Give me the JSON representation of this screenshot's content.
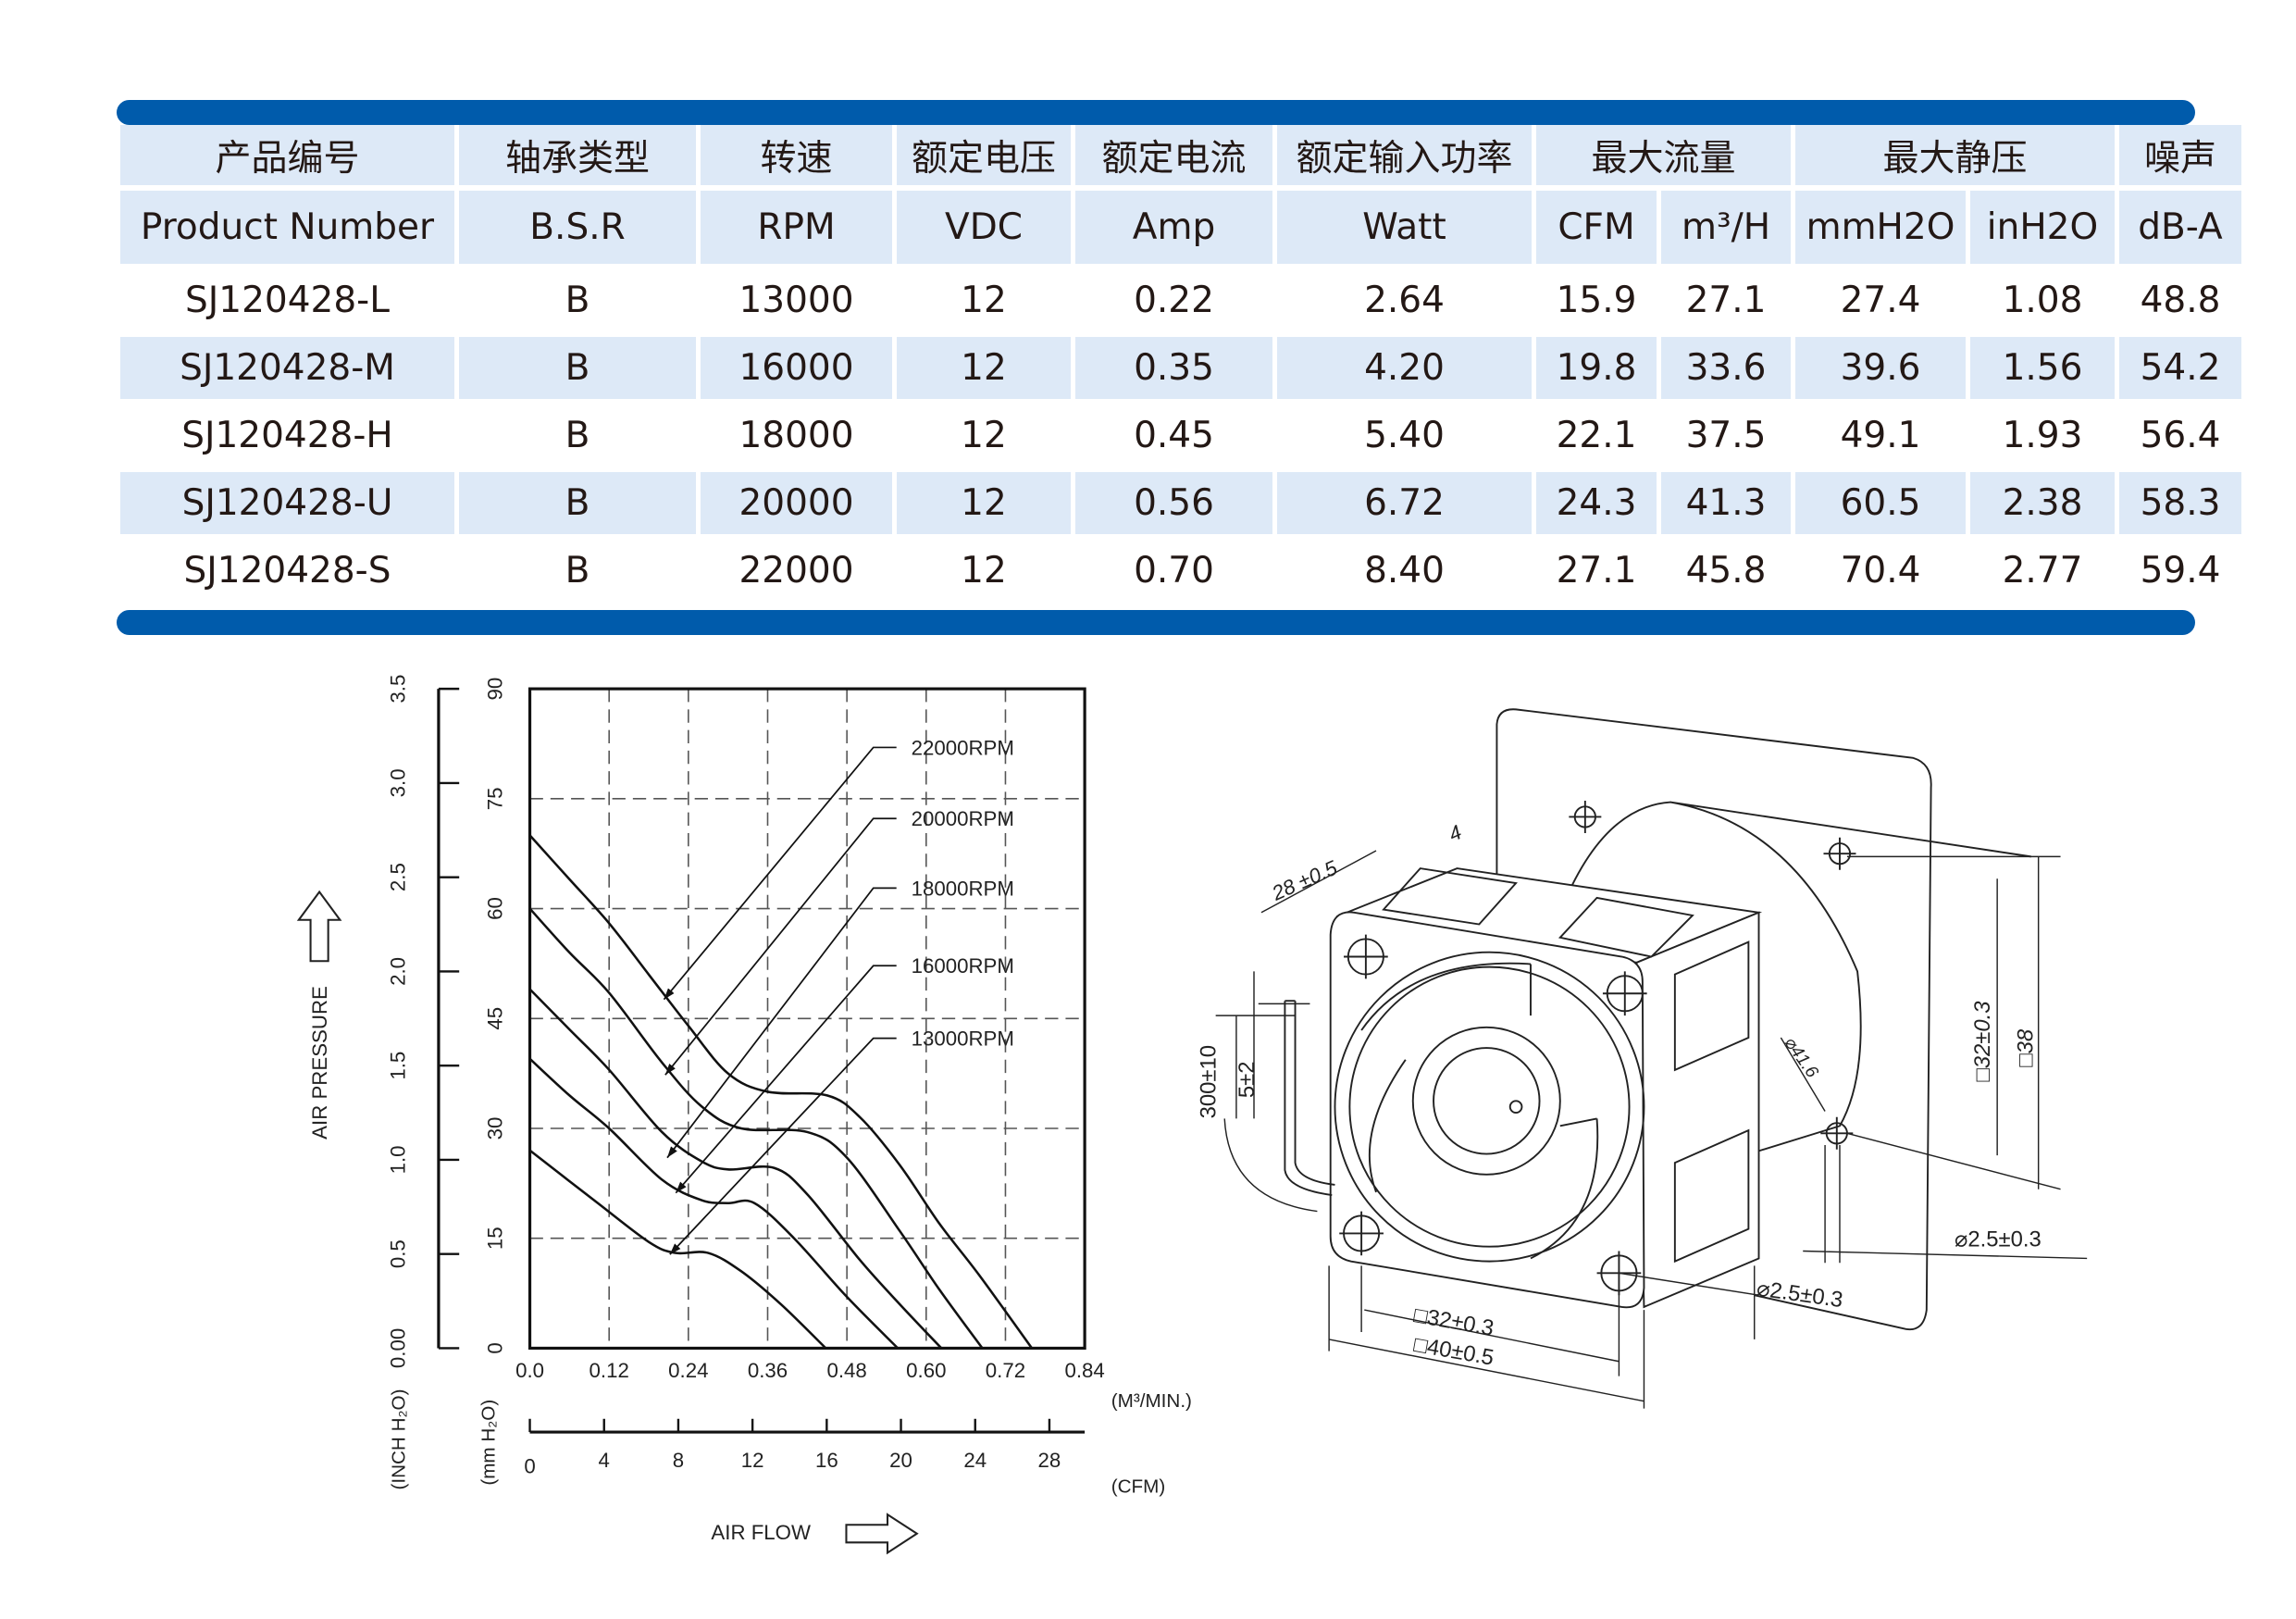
{
  "table": {
    "header_cn": [
      {
        "label": "产品编号",
        "span": 1
      },
      {
        "label": "轴承类型",
        "span": 1
      },
      {
        "label": "转速",
        "span": 1
      },
      {
        "label": "额定电压",
        "span": 1
      },
      {
        "label": "额定电流",
        "span": 1
      },
      {
        "label": "额定输入功率",
        "span": 1
      },
      {
        "label": "最大流量",
        "span": 2
      },
      {
        "label": "最大静压",
        "span": 2
      },
      {
        "label": "噪声",
        "span": 1
      }
    ],
    "header_en": [
      "Product Number",
      "B.S.R",
      "RPM",
      "VDC",
      "Amp",
      "Watt",
      "CFM",
      "m³/H",
      "mmH2O",
      "inH2O",
      "dB-A"
    ],
    "rows": [
      [
        "SJ120428-L",
        "B",
        "13000",
        "12",
        "0.22",
        "2.64",
        "15.9",
        "27.1",
        "27.4",
        "1.08",
        "48.8"
      ],
      [
        "SJ120428-M",
        "B",
        "16000",
        "12",
        "0.35",
        "4.20",
        "19.8",
        "33.6",
        "39.6",
        "1.56",
        "54.2"
      ],
      [
        "SJ120428-H",
        "B",
        "18000",
        "12",
        "0.45",
        "5.40",
        "22.1",
        "37.5",
        "49.1",
        "1.93",
        "56.4"
      ],
      [
        "SJ120428-U",
        "B",
        "20000",
        "12",
        "0.56",
        "6.72",
        "24.3",
        "41.3",
        "60.5",
        "2.38",
        "58.3"
      ],
      [
        "SJ120428-S",
        "B",
        "22000",
        "12",
        "0.70",
        "8.40",
        "27.1",
        "45.8",
        "70.4",
        "2.77",
        "59.4"
      ]
    ],
    "accent_color": "#005bab",
    "header_bg": "#dde9f7"
  },
  "chart_data": {
    "type": "line",
    "title": "",
    "xlabel": "AIR FLOW",
    "ylabel": "AIR PRESSURE",
    "x_unit": "(M³/MIN.)",
    "x2_unit": "(CFM)",
    "y_unit": "(mm H₂O)",
    "y2_unit": "(INCH H₂O)",
    "xlim": [
      0,
      0.84
    ],
    "ylim": [
      0,
      90
    ],
    "x_ticks": [
      "0.0",
      "0.12",
      "0.24",
      "0.36",
      "0.48",
      "0.60",
      "0.72",
      "0.84"
    ],
    "y_ticks": [
      "0",
      "15",
      "30",
      "45",
      "60",
      "75",
      "90"
    ],
    "x2_ticks": [
      "0",
      "4",
      "8",
      "12",
      "16",
      "20",
      "24",
      "28"
    ],
    "y2_ticks": [
      "0.00",
      "0.5",
      "1.0",
      "1.5",
      "2.0",
      "2.5",
      "3.0",
      "3.5"
    ],
    "grid": "dashed",
    "series": [
      {
        "name": "22000RPM",
        "label_y": 82,
        "arrow_to": [
          0.203,
          47.6
        ],
        "points": [
          [
            0,
            70
          ],
          [
            0.06,
            64
          ],
          [
            0.12,
            58
          ],
          [
            0.18,
            51
          ],
          [
            0.24,
            44
          ],
          [
            0.3,
            37.5
          ],
          [
            0.36,
            35
          ],
          [
            0.45,
            34.5
          ],
          [
            0.5,
            31.5
          ],
          [
            0.56,
            25
          ],
          [
            0.62,
            17
          ],
          [
            0.68,
            10
          ],
          [
            0.76,
            0
          ]
        ]
      },
      {
        "name": "20000RPM",
        "label_y": 72.3,
        "arrow_to": [
          0.205,
          37.3
        ],
        "points": [
          [
            0,
            60
          ],
          [
            0.06,
            54
          ],
          [
            0.12,
            48.5
          ],
          [
            0.2,
            39
          ],
          [
            0.26,
            33
          ],
          [
            0.32,
            30
          ],
          [
            0.42,
            29.5
          ],
          [
            0.48,
            26
          ],
          [
            0.56,
            16
          ],
          [
            0.62,
            8
          ],
          [
            0.685,
            0
          ]
        ]
      },
      {
        "name": "18000RPM",
        "label_y": 62.8,
        "arrow_to": [
          0.208,
          26
        ],
        "points": [
          [
            0,
            49
          ],
          [
            0.06,
            43.5
          ],
          [
            0.12,
            38
          ],
          [
            0.2,
            29.5
          ],
          [
            0.26,
            25.5
          ],
          [
            0.3,
            24.4
          ],
          [
            0.37,
            24.6
          ],
          [
            0.42,
            21
          ],
          [
            0.5,
            12
          ],
          [
            0.56,
            6
          ],
          [
            0.623,
            0
          ]
        ]
      },
      {
        "name": "16000RPM",
        "label_y": 52.2,
        "arrow_to": [
          0.221,
          21.2
        ],
        "points": [
          [
            0,
            39.5
          ],
          [
            0.06,
            34.5
          ],
          [
            0.12,
            30
          ],
          [
            0.2,
            23
          ],
          [
            0.26,
            20.2
          ],
          [
            0.3,
            19.8
          ],
          [
            0.34,
            19.8
          ],
          [
            0.4,
            15
          ],
          [
            0.48,
            7
          ],
          [
            0.557,
            0
          ]
        ]
      },
      {
        "name": "13000RPM",
        "label_y": 42.3,
        "arrow_to": [
          0.212,
          12.8
        ],
        "points": [
          [
            0,
            27
          ],
          [
            0.1,
            20
          ],
          [
            0.18,
            14.5
          ],
          [
            0.22,
            13
          ],
          [
            0.27,
            13
          ],
          [
            0.32,
            10.5
          ],
          [
            0.38,
            6
          ],
          [
            0.448,
            0
          ]
        ]
      }
    ]
  },
  "fan_drawing": {
    "dim_depth": "28 ±0.5",
    "dim_rib": "4",
    "dim_lead": "300±10",
    "dim_strip": "5±2",
    "dim_back_hole_pitch": "□32±0.3",
    "dim_back_size": "□38",
    "dim_back_bore": "⌀41.6",
    "dim_back_hole": "⌀2.5±0.3",
    "dim_front_hole": "⌀2.5±0.3",
    "dim_front_pitch": "□32±0.3",
    "dim_front_size": "□40±0.5"
  }
}
